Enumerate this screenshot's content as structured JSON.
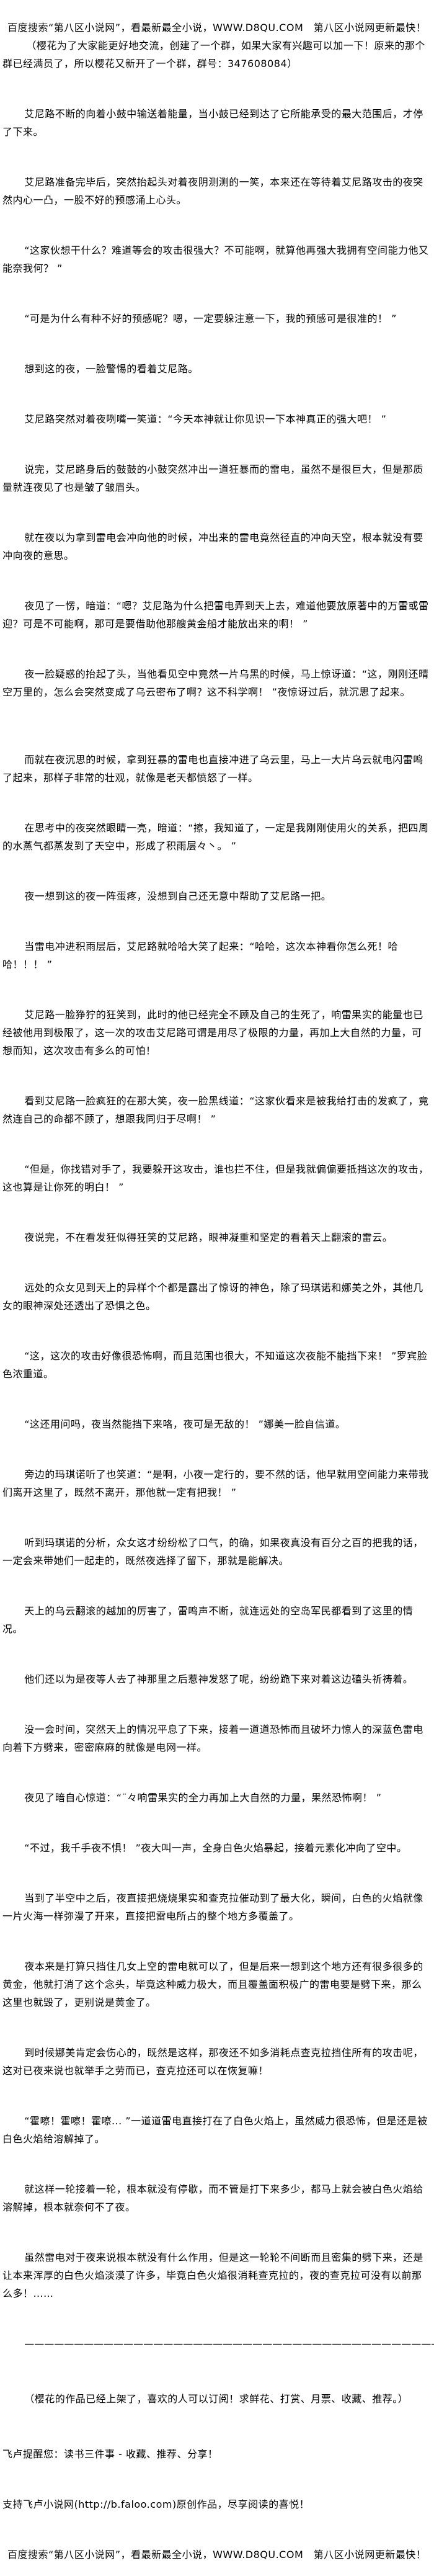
{
  "header_ad": "百度搜索“第八区小说网”，看最新最全小说，WWW.D8QU.COM　第八区小说网更新最快！",
  "group_notice": "（樱花为了大家能更好地交流，创建了一个群，如果大家有兴趣可以加一下！原来的那个群已经满员了，所以樱花又新开了一个群，群号：347608084）",
  "story": {
    "paragraphs": [
      "艾尼路不断的向着小鼓中输送着能量，当小鼓已经到达了它所能承受的最大范围后，才停了下来。",
      "艾尼路准备完毕后，突然抬起头对着夜阴测测的一笑，本来还在等待着艾尼路攻击的夜突然内心一凸，一股不好的预感涌上心头。",
      "“这家伙想干什么？难道等会的攻击很强大？不可能啊，就算他再强大我拥有空间能力他又能奈我何？ ”",
      "“可是为什么有种不好的预感呢？嗯，一定要躲注意一下，我的预感可是很准的！ ”",
      "想到这的夜，一脸警惕的看着艾尼路。",
      "艾尼路突然对着夜咧嘴一笑道：“今天本神就让你见识一下本神真正的强大吧！ ”",
      "说完，艾尼路身后的鼓鼓的小鼓突然冲出一道狂暴而的雷电，虽然不是很巨大，但是那质量就连夜见了也是皱了皱眉头。",
      "就在夜以为拿到雷电会冲向他的时候，冲出来的雷电竟然径直的冲向天空，根本就没有要冲向夜的意思。",
      "夜见了一愣，暗道：“嗯？艾尼路为什么把雷电弄到天上去，难道他要放原著中的万雷或雷迎？可是不可能啊，那可是要借助他那艘黄金船才能放出来的啊！ ”",
      "夜一脸疑惑的抬起了头，当他看见空中竟然一片乌黑的时候，马上惊讶道：“这，刚刚还晴空万里的，怎么会突然变成了乌云密布了啊？这不科学啊！ ”夜惊讶过后，就沉思了起来。",
      "而就在夜沉思的时候，拿到狂暴的雷电也直接冲进了乌云里，马上一大片乌云就电闪雷鸣了起来，那样子非常的壮观，就像是老天都愤怒了一样。",
      "在思考中的夜突然眼睛一亮，暗道：“擦，我知道了，一定是我刚刚使用火的关系，把四周的水蒸气都蒸发到了天空中，形成了积雨层々丶。 ”",
      "夜一想到这的夜一阵蛋疼，没想到自己还无意中帮助了艾尼路一把。",
      "当雷电冲进积雨层后，艾尼路就哈哈大笑了起来：“哈哈，这次本神看你怎么死！哈哈！！！ ”",
      "艾尼路一脸狰狞的狂笑到，此时的他已经完全不顾及自己的生死了，响雷果实的能量也已经被他用到极限了，这一次的攻击艾尼路可谓是用尽了极限的力量，再加上大自然的力量，可想而知，这次攻击有多么的可怕！",
      "看到艾尼路一脸疯狂的在那大笑，夜一脸黑线道：“这家伙看来是被我给打击的发疯了，竟然连自己的命都不顾了，想跟我同归于尽啊！ ”",
      "“但是，你找错对手了，我要躲开这攻击，谁也拦不住，但是我就偏偏要抵挡这次的攻击，这也算是让你死的明白！ ”",
      "夜说完，不在看发狂似得狂笑的艾尼路，眼神凝重和坚定的看着天上翻滚的雷云。",
      "远处的众女见到天上的异样个个都是露出了惊讶的神色，除了玛琪诺和娜美之外，其他几女的眼神深处还透出了恐惧之色。",
      "“这，这次的攻击好像很恐怖啊，而且范围也很大，不知道这次夜能不能挡下来！ ”罗宾脸色浓重道。",
      "“这还用问吗，夜当然能挡下来咯，夜可是无敌的！ ”娜美一脸自信道。",
      "旁边的玛琪诺听了也笑道：“是啊，小夜一定行的，要不然的话，他早就用空间能力来带我们离开这里了，既然不离开，那他就一定有把我！ ”",
      "听到玛琪诺的分析，众女这才纷纷松了口气，的确，如果夜真没有百分之百的把我的话，一定会来带她们一起走的，既然夜选择了留下，那就是能解决。",
      "天上的乌云翻滚的越加的厉害了，雷鸣声不断，就连远处的空岛军民都看到了这里的情况。",
      "他们还以为是夜等人去了神那里之后惹神发怒了呢，纷纷跪下来对着这边磕头祈祷着。",
      "没一会时间，突然天上的情况平息了下来，接着一道道恐怖而且破坏力惊人的深蓝色雷电向着下方劈来，密密麻麻的就像是电网一样。",
      "夜见了暗自心惊道：“¨々响雷果实的全力再加上大自然的力量，果然恐怖啊！ ”",
      "“不过，我千手夜不惧！ ”夜大叫一声，全身白色火焰暴起，接着元素化冲向了空中。",
      "当到了半空中之后，夜直接把烧烧果实和查克拉催动到了最大化，瞬间，白色的火焰就像一片火海一样弥漫了开来，直接把雷电所占的整个地方多覆盖了。",
      "夜本来是打算只挡住几女上空的雷电就可以了，但是后来一想到这个地方还有很多很多的黄金，他就打消了这个念头，毕竟这种威力极大，而且覆盖面积极广的雷电要是劈下来，那么这里也就毁了，更别说是黄金了。",
      "到时候娜美肯定会伤心的，既然是这样，那夜还不如多消耗点查克拉挡住所有的攻击呢，这对已夜来说也就举手之劳而已，查克拉还可以在恢复嘛！",
      "“霍嚓！霍嚓！霍嚓... ”一道道雷电直接打在了白色火焰上，虽然威力很恐怖，但是还是被白色火焰给溶解掉了。",
      "就这样一轮接着一轮，根本就没有停歇，而不管是打下来多少，都马上就会被白色火焰给溶解掉，根本就奈何不了夜。",
      "虽然雷电对于夜来说根本就没有什么作用，但是这一轮轮不间断而且密集的劈下来，还是让本来浑厚的白色火焰淡漠了许多，毕竟白色火焰很消耗查克拉的，夜的查克拉可没有以前那么多！……"
    ]
  },
  "divider": "——————————————————————————————————————————",
  "afterword": "（樱花的作品已经上架了，喜欢的人可以订阅！求鲜花、打赏、月票、收藏、推荐。）",
  "faloo_reminder": "飞卢提醒您：读书三件事 - 收藏、推荐、分享！",
  "faloo_support": "支持飞卢小说网(http://b.faloo.com)原创作品，尽享阅读的喜悦！",
  "footer_ad": "百度搜索“第八区小说网”，看最新最全小说，WWW.D8QU.COM　第八区小说网更新最快！"
}
